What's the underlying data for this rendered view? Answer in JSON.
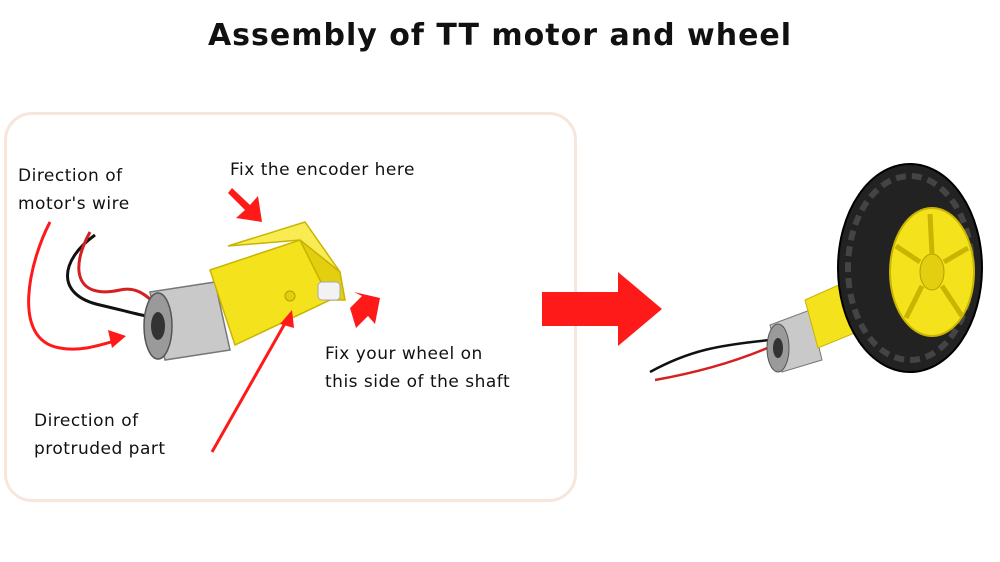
{
  "title": "Assembly of TT motor and wheel",
  "labels": {
    "wire_direction": [
      "Direction of",
      "motor's wire"
    ],
    "encoder": "Fix the encoder here",
    "wheel_side": [
      "Fix your wheel on",
      "this side of the shaft"
    ],
    "protruded": [
      "Direction of",
      "protruded part"
    ]
  },
  "colors": {
    "arrow_red": "#ff1a1a",
    "motor_yellow": "#f4e21c",
    "tire_black": "#222222",
    "panel_border": "#f7e6dc"
  }
}
